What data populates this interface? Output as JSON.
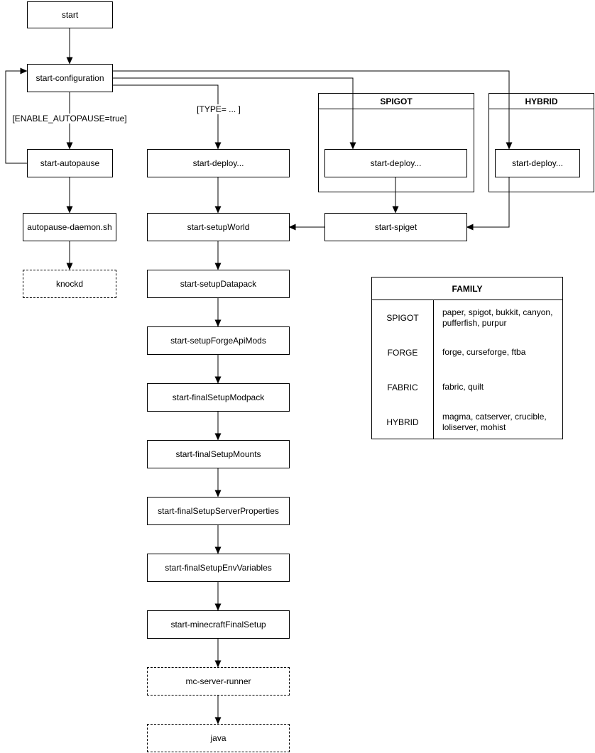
{
  "diagram": {
    "nodes": {
      "start": "start",
      "start_configuration": "start-configuration",
      "start_autopause": "start-autopause",
      "autopause_daemon": "autopause-daemon.sh",
      "knockd": "knockd",
      "start_deploy": "start-deploy...",
      "spigot_start_deploy": "start-deploy...",
      "hybrid_start_deploy": "start-deploy...",
      "start_spiget": "start-spiget",
      "start_setupWorld": "start-setupWorld",
      "start_setupDatapack": "start-setupDatapack",
      "start_setupForgeApiMods": "start-setupForgeApiMods",
      "start_finalSetupModpack": "start-finalSetupModpack",
      "start_finalSetupMounts": "start-finalSetupMounts",
      "start_finalSetupServerProperties": "start-finalSetupServerProperties",
      "start_finalSetupEnvVariables": "start-finalSetupEnvVariables",
      "start_minecraftFinalSetup": "start-minecraftFinalSetup",
      "mc_server_runner": "mc-server-runner",
      "java": "java"
    },
    "containers": {
      "spigot": {
        "title": "SPIGOT"
      },
      "hybrid": {
        "title": "HYBRID"
      }
    },
    "edge_labels": {
      "enable_autopause": "[ENABLE_AUTOPAUSE=true]",
      "type": "[TYPE= ... ]"
    },
    "colors": {
      "stroke": "#000000",
      "background": "#ffffff"
    }
  },
  "family_table": {
    "title": "FAMILY",
    "rows": [
      {
        "family": "SPIGOT",
        "members": "paper, spigot, bukkit, canyon, pufferfish, purpur"
      },
      {
        "family": "FORGE",
        "members": "forge, curseforge, ftba"
      },
      {
        "family": "FABRIC",
        "members": "fabric, quilt"
      },
      {
        "family": "HYBRID",
        "members": "magma, catserver, crucible, loliserver, mohist"
      }
    ]
  }
}
